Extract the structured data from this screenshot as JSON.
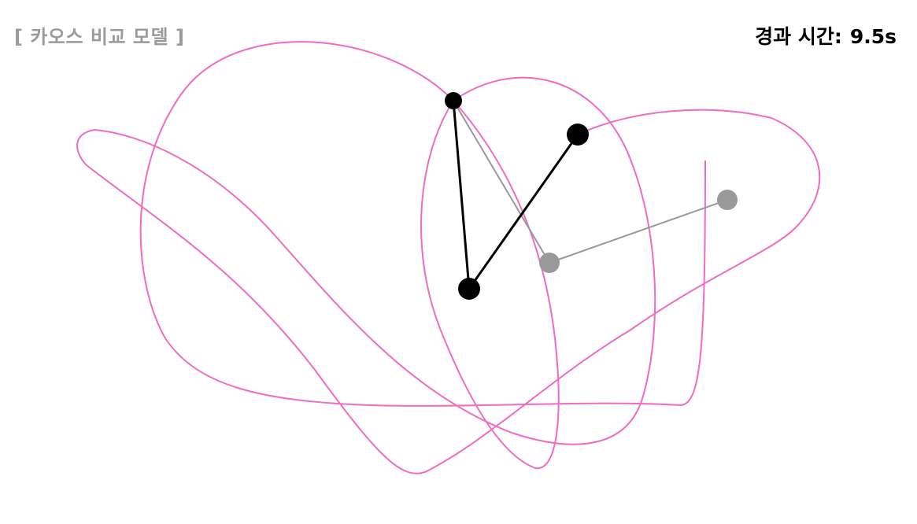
{
  "header": {
    "mode_label": "[ 카오스 비교 모델 ]",
    "elapsed_label": "경과 시간:",
    "elapsed_value": "9.5s"
  },
  "colors": {
    "trail": "#f06cc2",
    "primary_pendulum": "#000000",
    "comparison_pendulum": "#999999",
    "background": "#ffffff"
  }
}
